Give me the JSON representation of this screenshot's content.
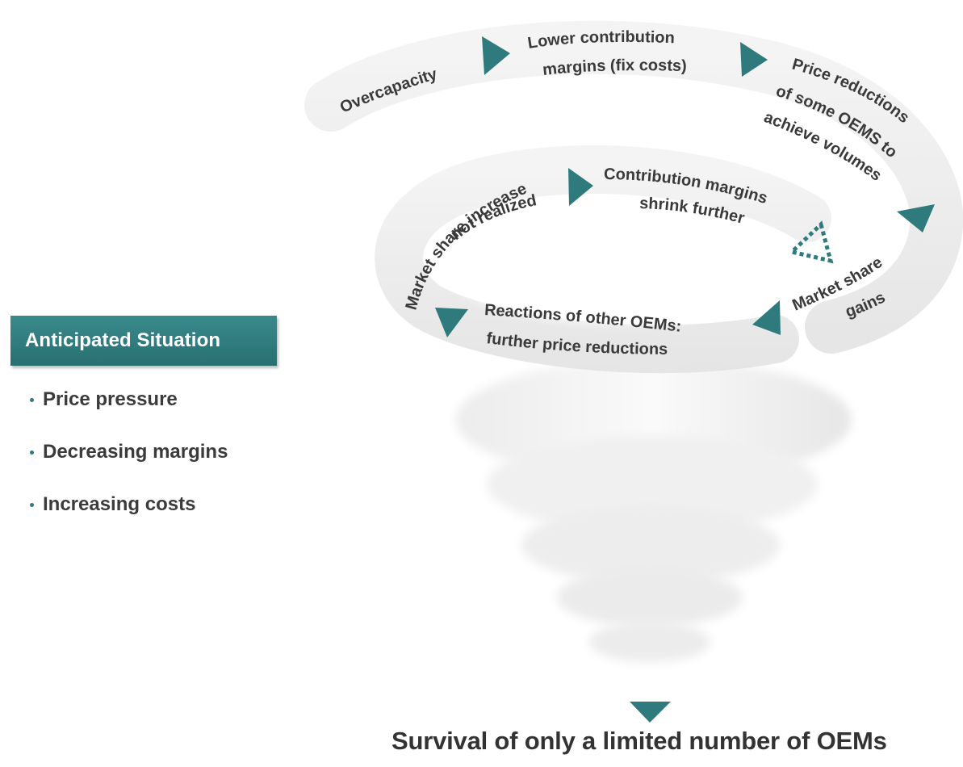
{
  "side_panel": {
    "title": "Anticipated Situation",
    "bullets": [
      "Price pressure",
      "Decreasing margins",
      "Increasing costs"
    ]
  },
  "spiral": {
    "labels": [
      "Overcapacity",
      "Lower contribution",
      "margins (fix costs)",
      "Price reductions",
      "of some OEMS to",
      "achieve volumes",
      "Market share",
      "gains",
      "Reactions of other OEMs:",
      "further price reductions",
      "Market share increase",
      "not realized",
      "Contribution margins",
      "shrink further"
    ]
  },
  "conclusion": "Survival of only a limited number of OEMs",
  "colors": {
    "accent": "#2f7a7c",
    "text": "#3a3a3a"
  }
}
